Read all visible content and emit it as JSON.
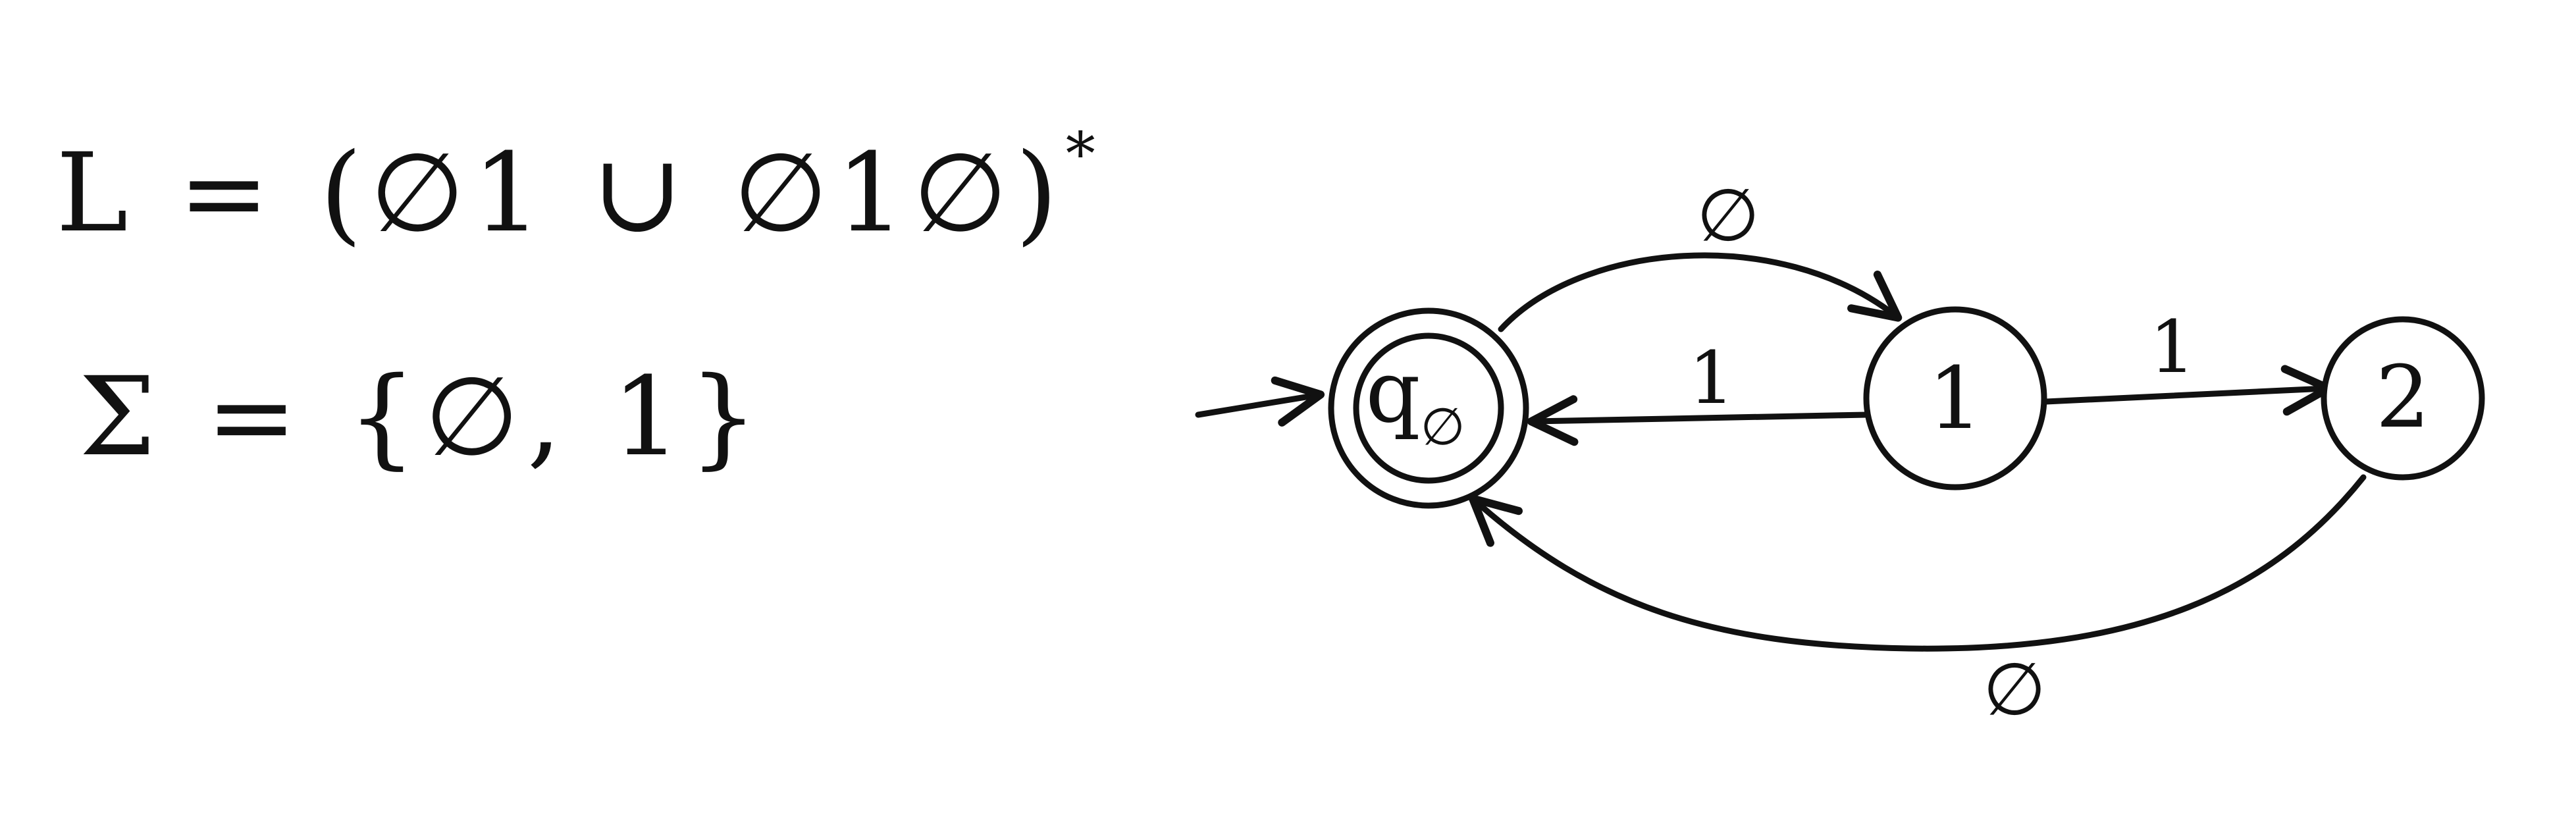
{
  "definitions": {
    "language_base": "L = (∅1 ∪ ∅1∅)",
    "language_star": "*",
    "alphabet": "Σ = {∅, 1}"
  },
  "automaton": {
    "states": [
      {
        "id": "q0",
        "label": "q",
        "subscript": "∅",
        "start": true,
        "accepting": true
      },
      {
        "id": "s1",
        "label": "1",
        "start": false,
        "accepting": false
      },
      {
        "id": "s2",
        "label": "2",
        "start": false,
        "accepting": false
      }
    ],
    "transitions": [
      {
        "from": "q0",
        "to": "s1",
        "label": "∅"
      },
      {
        "from": "s1",
        "to": "q0",
        "label": "1"
      },
      {
        "from": "s1",
        "to": "s2",
        "label": "1"
      },
      {
        "from": "s2",
        "to": "q0",
        "label": "∅"
      }
    ]
  }
}
